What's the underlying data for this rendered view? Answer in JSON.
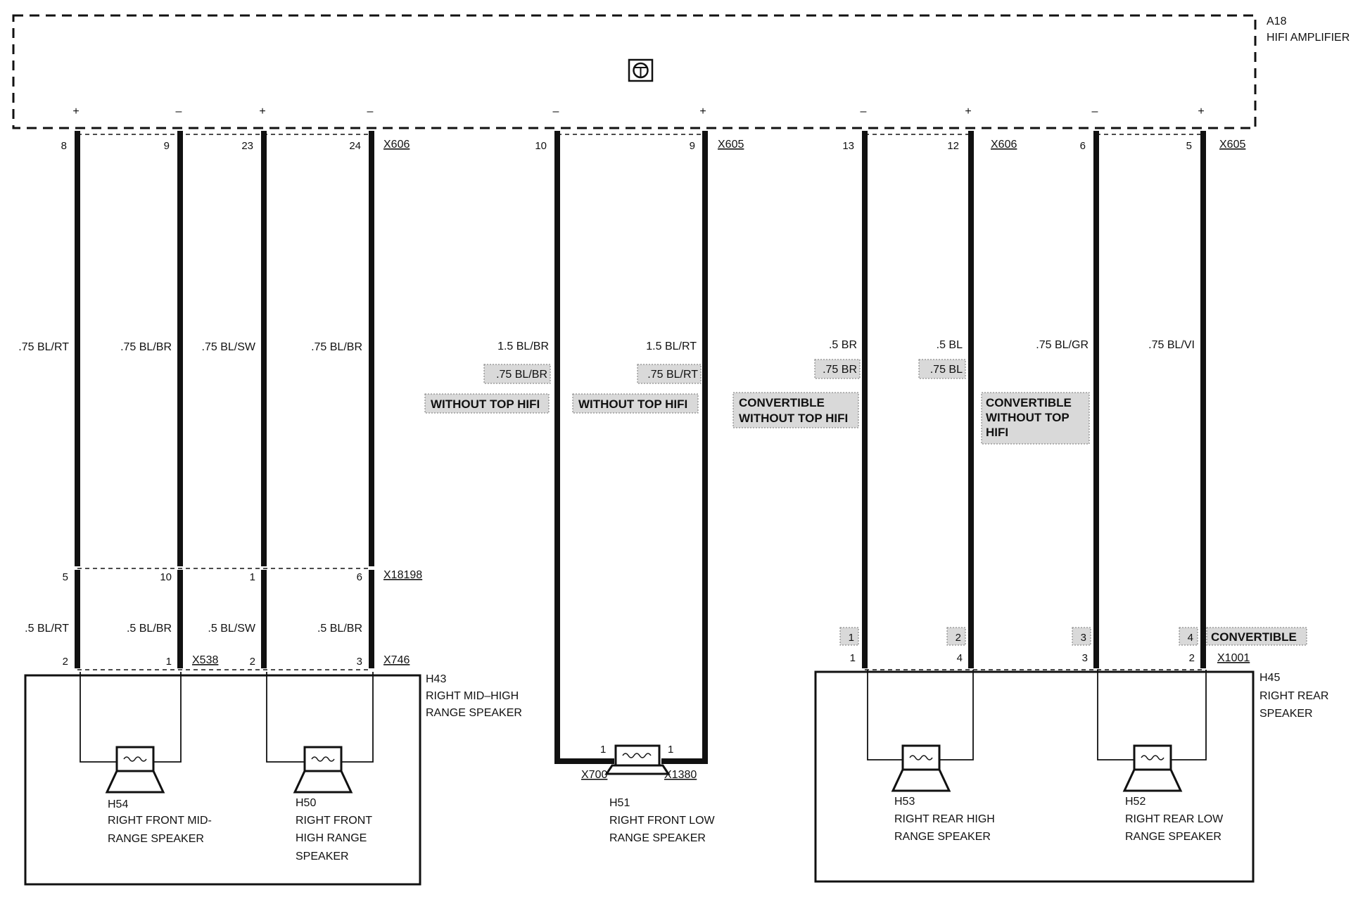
{
  "amplifier": {
    "id": "A18",
    "name": "HIFI AMPLIFIER",
    "icon": "amplifier-symbol-icon"
  },
  "polarity": [
    "+",
    "–",
    "+",
    "–",
    "–",
    "+",
    "–",
    "+",
    "–",
    "+"
  ],
  "connectors_top": [
    "X606",
    "X605",
    "X606",
    "X605"
  ],
  "pins_top": [
    "8",
    "9",
    "23",
    "24",
    "10",
    "9",
    "13",
    "12",
    "6",
    "5"
  ],
  "wires_upper": [
    ".75  BL/RT",
    ".75 BL/BR",
    ".75  BL/SW",
    ".75 BL/BR",
    "1.5 BL/BR",
    "1.5 BL/RT",
    ".5 BR",
    ".5 BL",
    ".75 BL/GR",
    ".75 BL/VI"
  ],
  "wires_alt": [
    ".75 BL/BR",
    ".75 BL/RT",
    ".75 BR",
    ".75 BL"
  ],
  "notes": {
    "without_top_hifi": "WITHOUT TOP HIFI",
    "convertible_line1": "CONVERTIBLE",
    "convertible_line2": "WITHOUT TOP HIFI",
    "conv_box_line1": "CONVERTIBLE",
    "conv_box_line2": "WITHOUT TOP",
    "conv_box_line3": "HIFI",
    "convertible": "CONVERTIBLE"
  },
  "mid_connector": "X18198",
  "pins_mid": [
    "5",
    "10",
    "1",
    "6"
  ],
  "wires_lower": [
    ".5 BL/RT",
    ".5 BL/BR",
    ".5 BL/SW",
    ".5 BL/BR"
  ],
  "pins_bottom_left": [
    "2",
    "1",
    "2",
    "3"
  ],
  "connectors_bottom_left": [
    "X538",
    "X746"
  ],
  "conv_pins": [
    "1",
    "2",
    "3",
    "4"
  ],
  "pins_bottom_right": [
    "1",
    "4",
    "3",
    "2"
  ],
  "connector_bottom_right": "X1001",
  "h43": {
    "id": "H43",
    "line1": "RIGHT MID–HIGH",
    "line2": "RANGE SPEAKER"
  },
  "h45": {
    "id": "H45",
    "line1": "RIGHT REAR",
    "line2": "SPEAKER"
  },
  "h54": {
    "id": "H54",
    "line1": "RIGHT FRONT MID-",
    "line2": "RANGE SPEAKER"
  },
  "h50": {
    "id": "H50",
    "line1": "RIGHT FRONT",
    "line2": "HIGH RANGE",
    "line3": "SPEAKER"
  },
  "h51": {
    "id": "H51",
    "line1": "RIGHT FRONT LOW",
    "line2": "RANGE SPEAKER",
    "conn_left": "X700",
    "conn_right": "X1380",
    "pin_left": "1",
    "pin_right": "1"
  },
  "h53": {
    "id": "H53",
    "line1": "RIGHT REAR HIGH",
    "line2": "RANGE SPEAKER"
  },
  "h52": {
    "id": "H52",
    "line1": "RIGHT REAR LOW",
    "line2": "RANGE SPEAKER"
  }
}
